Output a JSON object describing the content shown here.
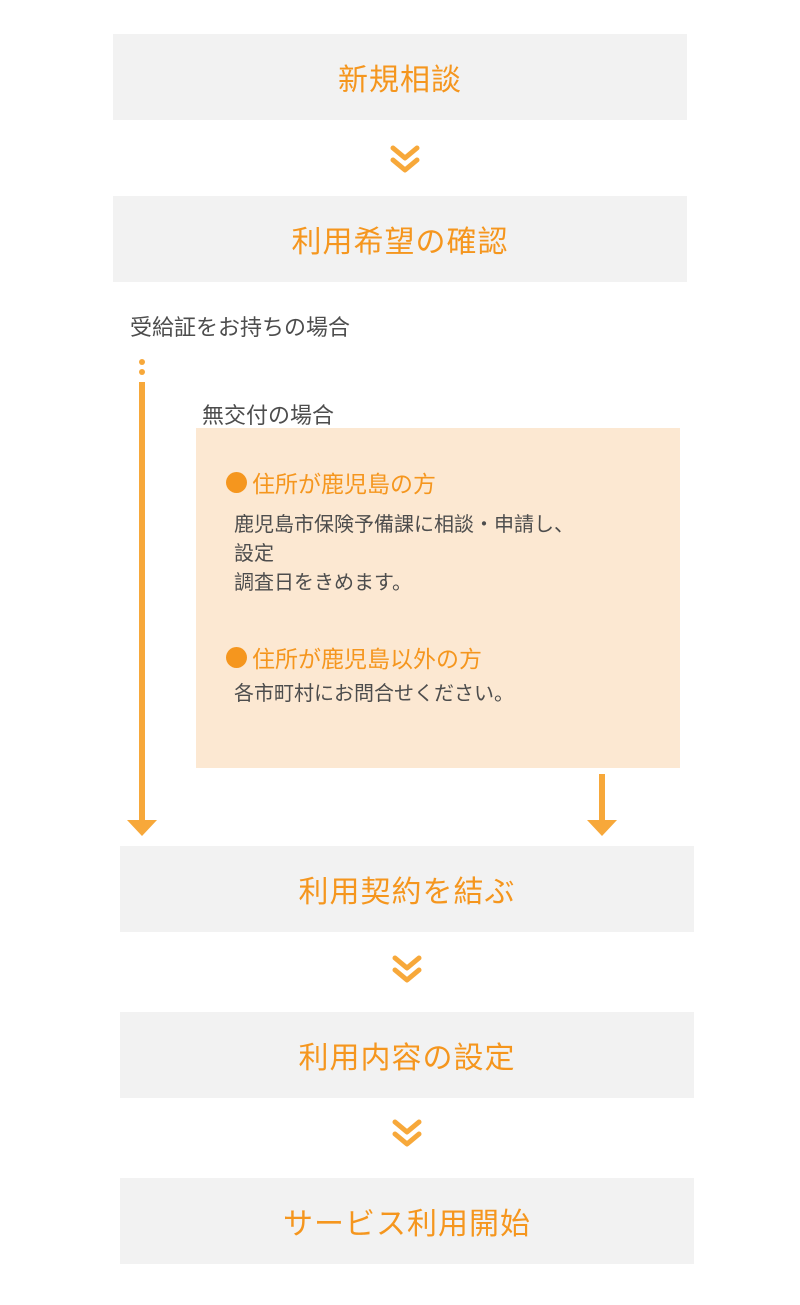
{
  "steps": [
    {
      "label": "新規相談"
    },
    {
      "label": "利用希望の確認"
    },
    {
      "label": "利用契約を結ぶ"
    },
    {
      "label": "利用内容の設定"
    },
    {
      "label": "サービス利用開始"
    }
  ],
  "branches": {
    "with_certificate": "受給証をお持ちの場合",
    "without_certificate": "無交付の場合"
  },
  "info_box": {
    "kagoshima": {
      "heading": "住所が鹿児島の方",
      "line1": "鹿児島市保険予備課に相談・申請し、",
      "line2": "設定",
      "line3": "調査日をきめます。"
    },
    "other": {
      "heading": "住所が鹿児島以外の方",
      "line1": "各市町村にお問合せください。"
    }
  },
  "icons": {
    "step_connector": "double-chevron-down-icon",
    "flow_arrow": "arrow-down-icon",
    "bullet": "filled-circle-icon"
  },
  "colors": {
    "accent": "#f5961e",
    "arrow": "#f7a83a",
    "step_background": "#f2f2f2",
    "info_background": "#fce8d2",
    "body_text": "#4d4d4d"
  }
}
